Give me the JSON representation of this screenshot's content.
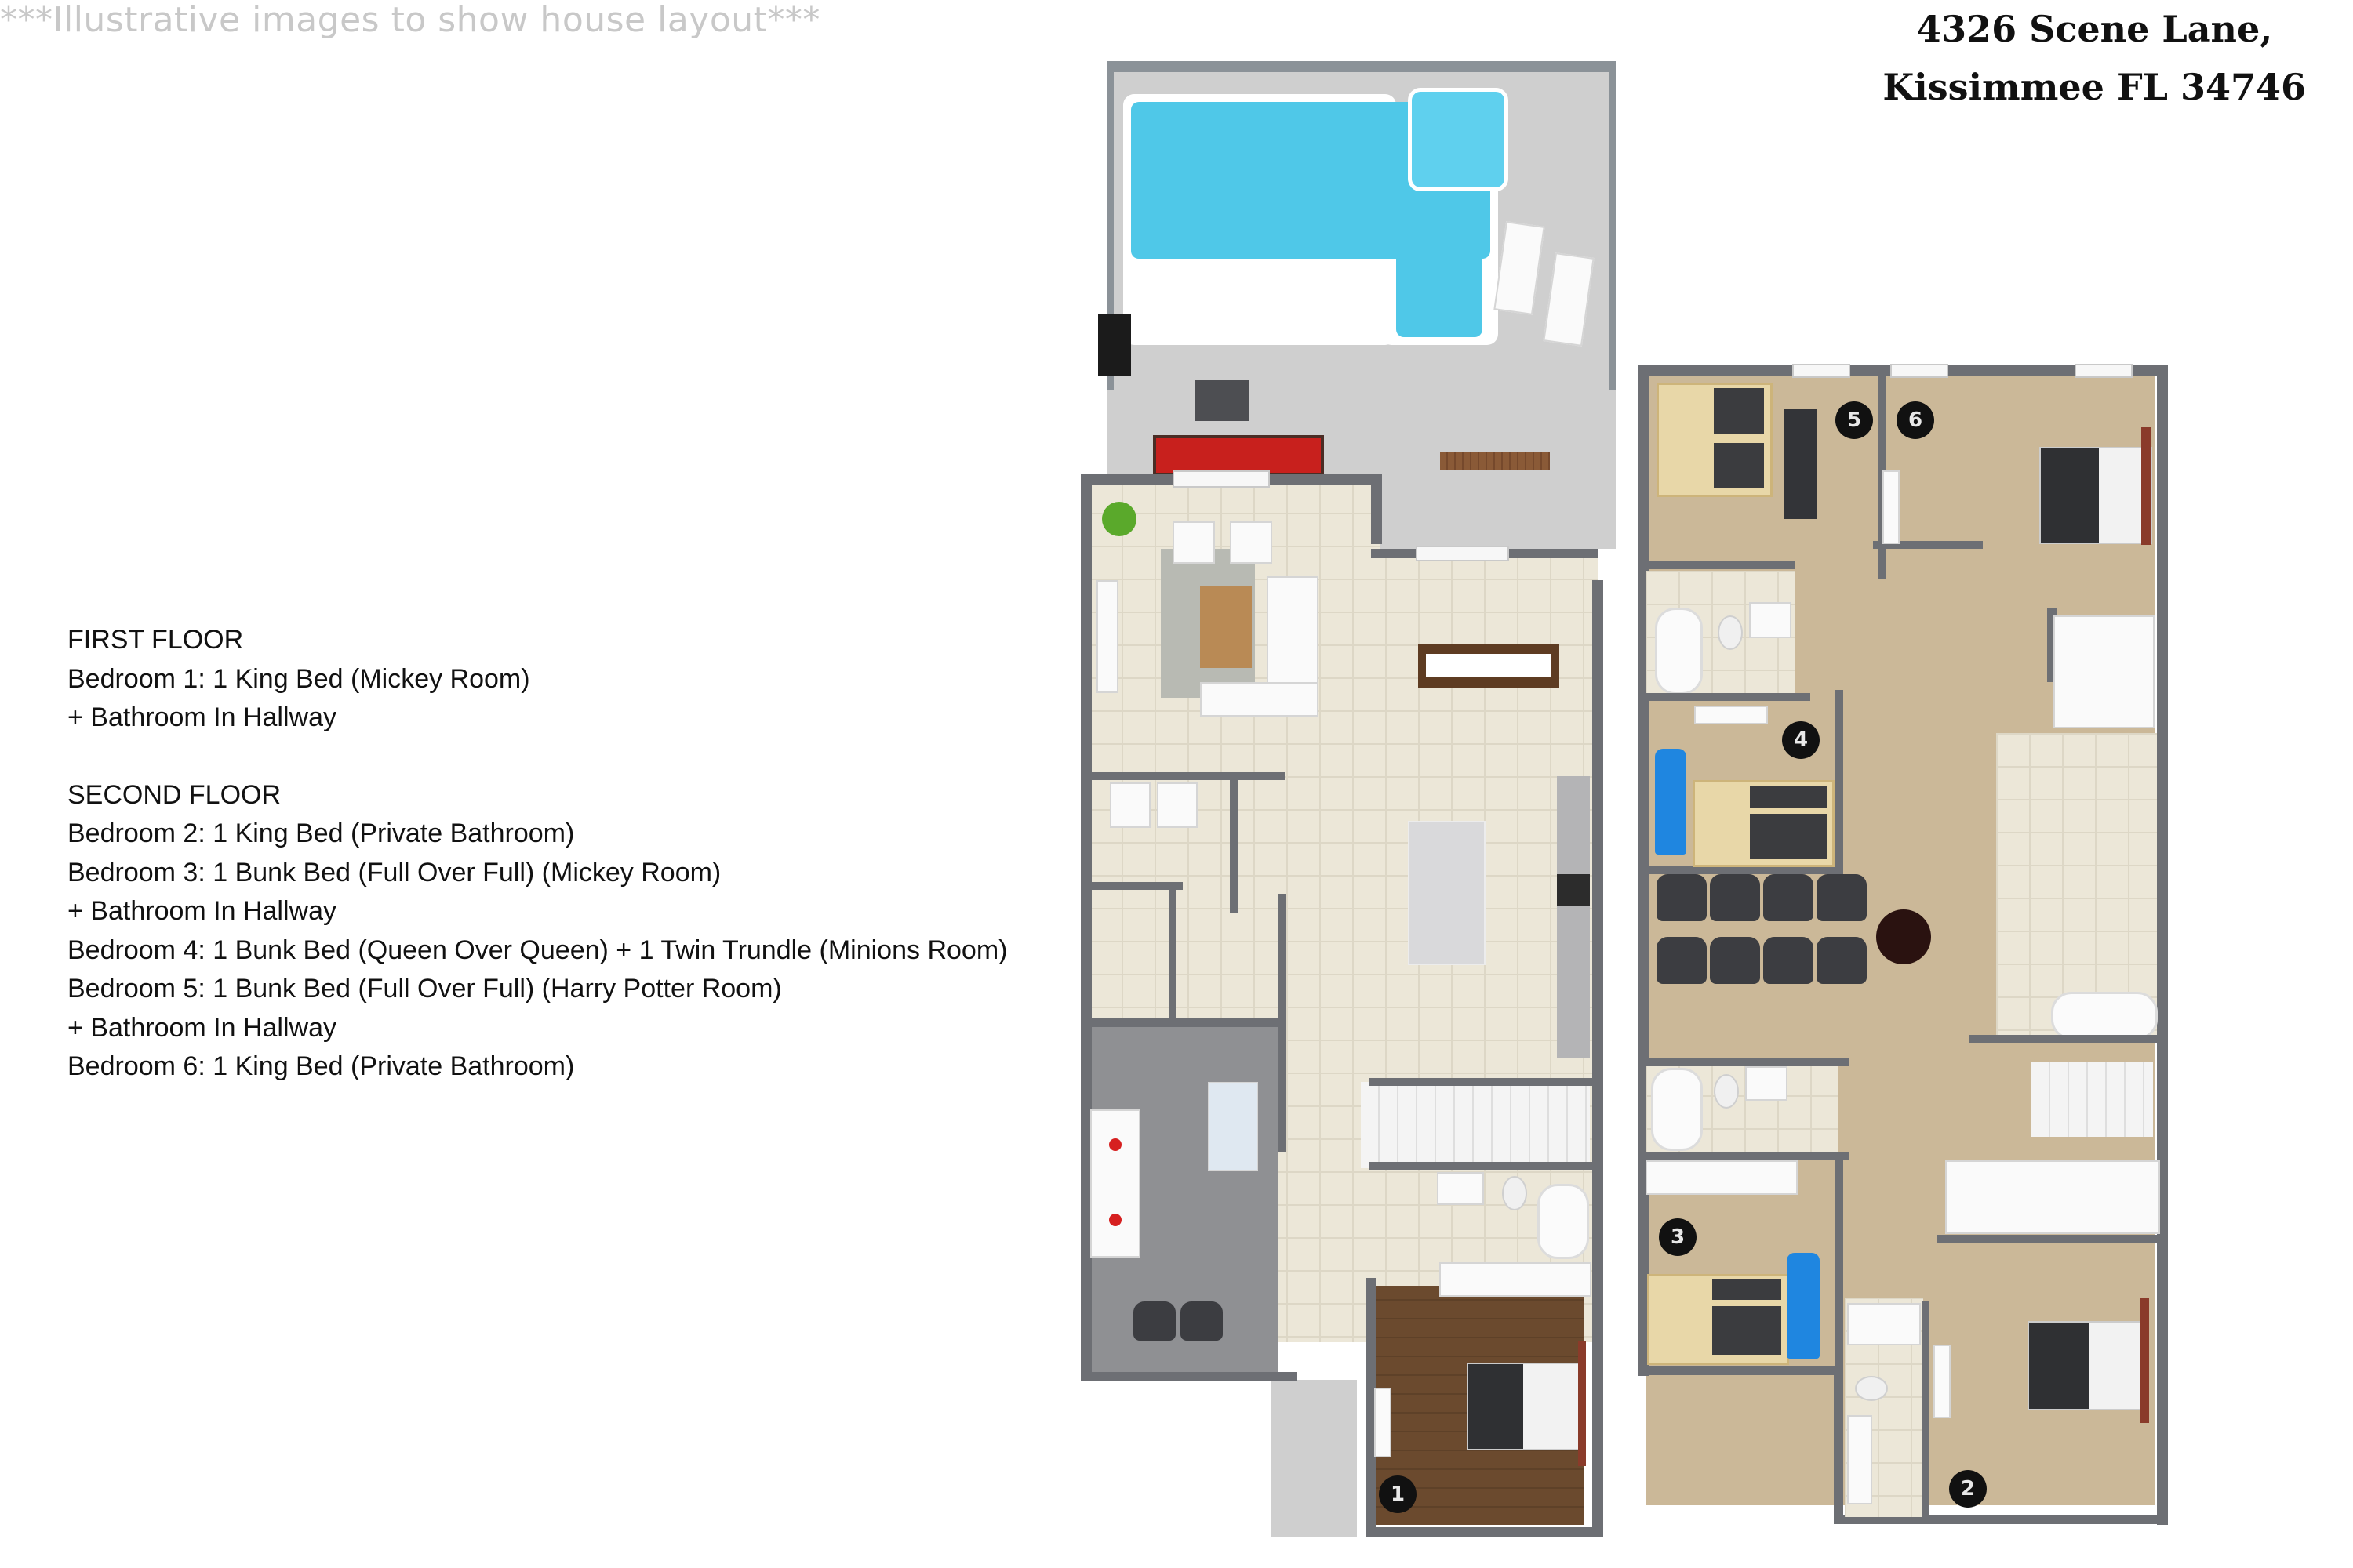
{
  "header": {
    "disclaimer": "***Illustrative images to show house layout***",
    "address_line1": "4326 Scene Lane,",
    "address_line2": "Kissimmee FL 34746"
  },
  "legend": {
    "first_floor": {
      "heading": "FIRST FLOOR",
      "lines": [
        "Bedroom 1:  1 King Bed (Mickey Room)",
        "+ Bathroom In Hallway"
      ]
    },
    "second_floor": {
      "heading": "SECOND FLOOR",
      "lines": [
        "Bedroom 2: 1 King Bed (Private Bathroom)",
        "Bedroom 3: 1 Bunk Bed (Full Over Full) (Mickey Room)",
        "+ Bathroom In Hallway",
        "Bedroom 4: 1 Bunk Bed (Queen Over Queen) + 1 Twin Trundle (Minions Room)",
        "Bedroom 5: 1 Bunk Bed (Full Over Full) (Harry Potter Room)",
        "+ Bathroom In Hallway",
        "Bedroom 6: 1 King Bed (Private Bathroom)"
      ]
    }
  },
  "floorplan": {
    "first_floor": {
      "markers": [
        {
          "label": "1"
        }
      ],
      "rooms": [
        "pool-deck",
        "living-room",
        "dining-area",
        "kitchen",
        "laundry",
        "game-room",
        "hallway-bathroom",
        "bedroom-1",
        "stairs",
        "front-entry"
      ]
    },
    "second_floor": {
      "markers": [
        {
          "label": "2"
        },
        {
          "label": "3"
        },
        {
          "label": "4"
        },
        {
          "label": "5"
        },
        {
          "label": "6"
        }
      ],
      "rooms": [
        "bedroom-2",
        "bedroom-3",
        "bedroom-4",
        "bedroom-5",
        "bedroom-6",
        "loft-theater",
        "hallway-bathrooms",
        "stairs"
      ]
    },
    "colors": {
      "pool_water": "#4fc8e8",
      "wall": "#6d6f74",
      "carpet": "#cbb898",
      "tile": "#ece7d8",
      "deck": "#cfcfcf",
      "wood_floor": "#6b4a2e",
      "marker": "#111111",
      "sofa_red": "#c8201d",
      "slide_blue": "#1f86e0"
    }
  }
}
